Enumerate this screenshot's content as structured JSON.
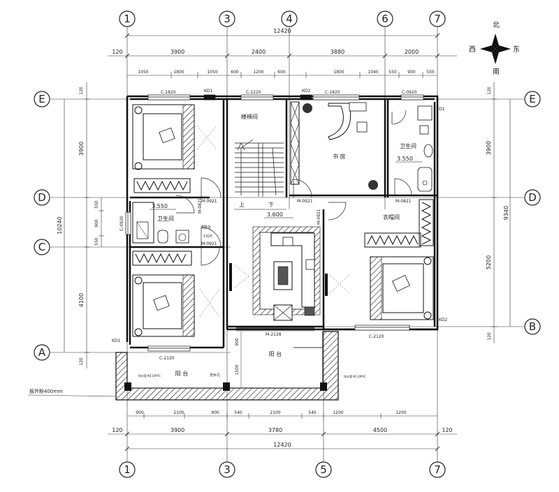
{
  "axes": {
    "top": [
      "1",
      "3",
      "4",
      "6",
      "7"
    ],
    "bottom": [
      "1",
      "3",
      "5",
      "7"
    ],
    "left": [
      "E",
      "D",
      "C",
      "A"
    ],
    "right": [
      "E",
      "D",
      "B"
    ]
  },
  "compass": {
    "north": "北",
    "south": "南",
    "east": "东",
    "west": "西"
  },
  "dims": {
    "top_total": "12420",
    "top_row": [
      "120",
      "3900",
      "2400",
      "3880",
      "2000"
    ],
    "top_detail": [
      "1050",
      "1800",
      "1050",
      "600",
      "1200",
      "600",
      "1800",
      "1040",
      "550",
      "900",
      "550"
    ],
    "bottom_detail": [
      "900",
      "2100",
      "900",
      "540",
      "2100",
      "540",
      "1200",
      "1200"
    ],
    "bottom_row": [
      "120",
      "3900",
      "3780",
      "4500",
      "120"
    ],
    "bottom_total": "12420",
    "left_total": "10240",
    "left_detail": [
      "120",
      "3900",
      "550",
      "900",
      "550",
      "4100",
      "120"
    ],
    "right_total": "9340",
    "right_detail": [
      "120",
      "3900",
      "5200",
      "120"
    ],
    "balcony_v": [
      "900",
      "1500"
    ]
  },
  "windows": {
    "c1820a": "C-1820",
    "c1220": "C-1220",
    "c1820b": "C-1820",
    "c0920": "C-0920",
    "c0920l": "C-0920",
    "c2120a": "C-2120",
    "c2120b": "C-2120"
  },
  "doors": {
    "m0921a": "M-0921",
    "m0921b": "M-0921",
    "m0921c": "M-0921",
    "m0921d": "M-0921",
    "m0821a": "M-0821",
    "m0821b": "M-0821",
    "m2128": "M-2128",
    "kd1a": "KD1",
    "kd1b": "KD1",
    "kd2a": "KD2",
    "kd2b": "KD2",
    "d1": "D1"
  },
  "rooms": {
    "stair": "楼梯间",
    "study": "书 房",
    "bath_ne": "卫生间",
    "bath_w": "卫生间",
    "closet": "衣帽间",
    "balcony_l": "阳 台",
    "balcony_r": "阳 台",
    "sink": "洗脸台",
    "up": "上",
    "down": "下",
    "bathtub_lbl": "1320"
  },
  "levels": {
    "l1": "3.550",
    "l2": "3.600",
    "l3": "3.550"
  },
  "notes": {
    "slab": "板外粉400mm",
    "gutter1": "排水管 Φ110PVC",
    "gutter2": "排水管 Φ110PVC",
    "drain": "泄水孔"
  }
}
